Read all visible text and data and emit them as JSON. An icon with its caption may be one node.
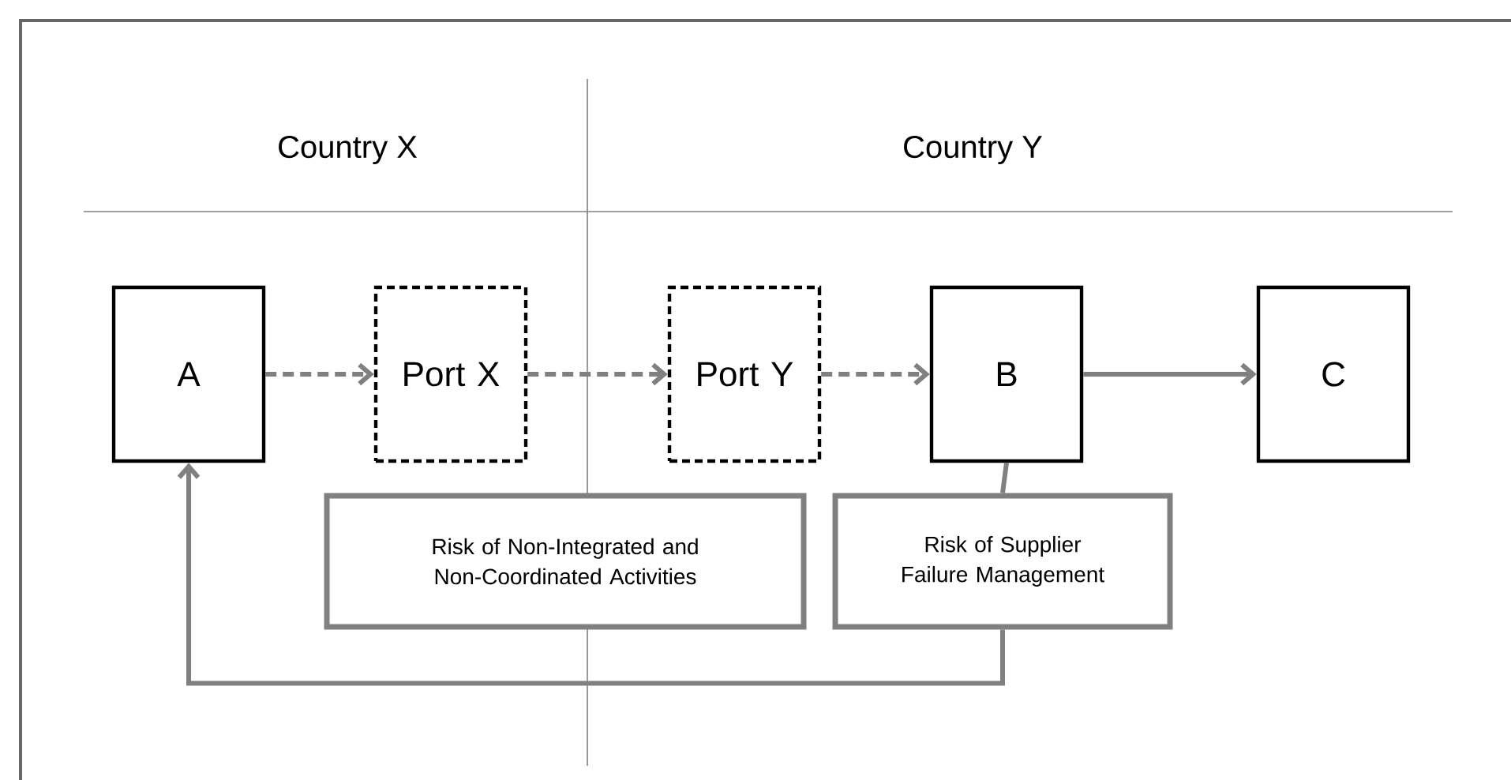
{
  "diagram": {
    "nodes": [
      {
        "text": [
          "A"
        ]
      },
      {
        "text": [
          "Port X"
        ]
      },
      {
        "text": [
          "Port Y"
        ]
      },
      {
        "text": [
          "B"
        ]
      },
      {
        "text": [
          "C"
        ]
      },
      {
        "text": [
          "Risk of Non-Integrated and Non-Coordinated Activities"
        ]
      },
      {
        "text": [
          "Risk of Supplier Failure Management"
        ]
      }
    ],
    "edges": [
      {
        "from": 0,
        "to": 1,
        "arrow": "to",
        "style": "dashed"
      },
      {
        "from": 1,
        "to": 2,
        "arrow": "to",
        "style": "dashed"
      },
      {
        "from": 2,
        "to": 3,
        "arrow": "to",
        "style": "dashed"
      },
      {
        "from": 3,
        "to": 4,
        "arrow": "to"
      },
      {
        "from": 3,
        "to": 6,
        "arrow": "none"
      },
      {
        "from": 6,
        "to": 0,
        "arrow": "to"
      }
    ],
    "labels": [
      "Country X",
      "Country Y"
    ]
  }
}
